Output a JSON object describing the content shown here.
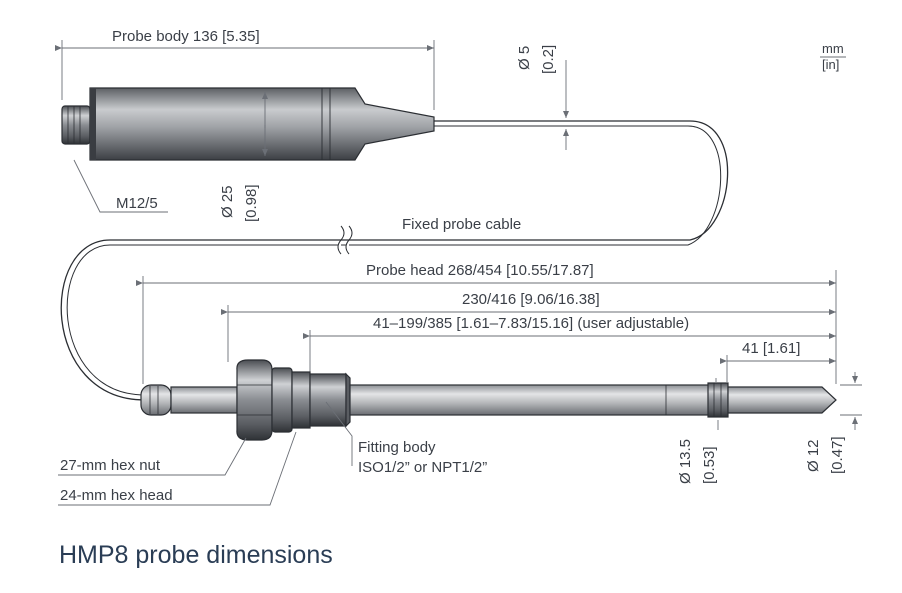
{
  "labels": {
    "probe_body": "Probe body  136 [5.35]",
    "dia5": "Ø 5",
    "dia5_in": "[0.2]",
    "unit_mm": "mm",
    "unit_in": "[in]",
    "m12": "M12/5",
    "dia25": "Ø 25",
    "dia25_in": "[0.98]",
    "cable": "Fixed probe cable",
    "probe_head": "Probe head  268/454 [10.55/17.87]",
    "len230": "230/416 [9.06/16.38]",
    "len41_199": "41–199/385 [1.61–7.83/15.16] (user adjustable)",
    "len41": "41 [1.61]",
    "fitting1": "Fitting body",
    "fitting2": "ISO1/2” or NPT1/2”",
    "hexnut": "27-mm hex nut",
    "hexhead": "24-mm hex head",
    "dia135": "Ø 13.5",
    "dia135_in": "[0.53]",
    "dia12": "Ø 12",
    "dia12_in": "[0.47]"
  },
  "caption": "HMP8 probe dimensions"
}
